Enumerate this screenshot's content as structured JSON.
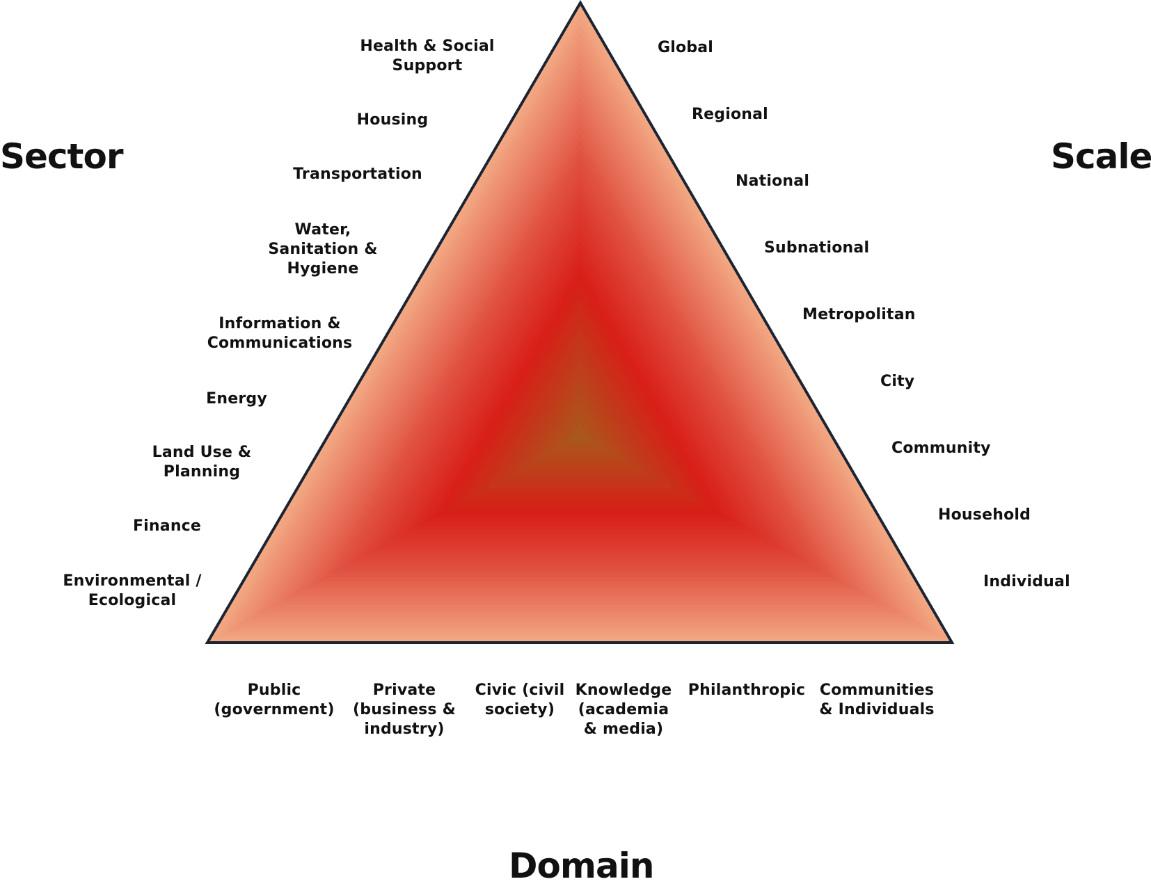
{
  "titles": {
    "sector": "Sector",
    "scale": "Scale",
    "domain": "Domain"
  },
  "sector_labels": [
    "Health & Social\nSupport",
    "Housing",
    "Transportation",
    "Water,\nSanitation &\nHygiene",
    "Information &\nCommunications",
    "Energy",
    "Land Use &\nPlanning",
    "Finance",
    "Environmental /\nEcological"
  ],
  "scale_labels": [
    "Global",
    "Regional",
    "National",
    "Subnational",
    "Metropolitan",
    "City",
    "Community",
    "Household",
    "Individual"
  ],
  "domain_labels": [
    "Public\n(government)",
    "Private\n(business &\nindustry)",
    "Civic (civil\nsociety)",
    "Knowledge\n(academia\n& media)",
    "Philanthropic",
    "Communities\n& Individuals"
  ],
  "colors": {
    "outline": "#1c2433",
    "edge": "#f2a882",
    "mid": "#e05040",
    "core": "#d81e18",
    "center": "#a85a1c"
  }
}
